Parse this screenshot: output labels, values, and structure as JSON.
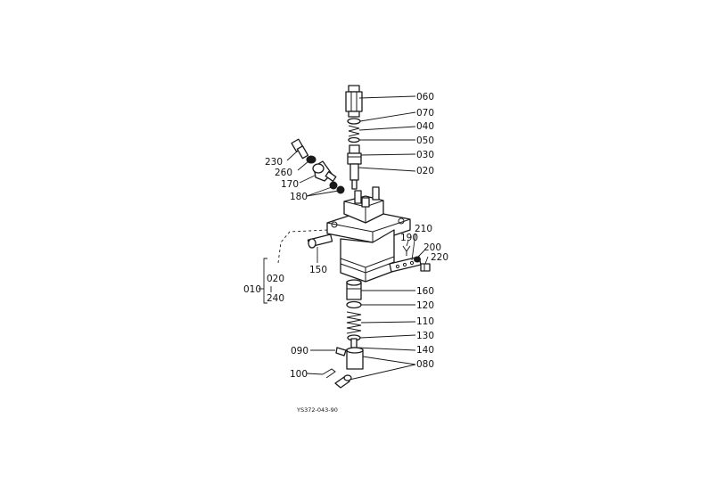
{
  "labels": {
    "p060": "060",
    "p070": "070",
    "p040": "040",
    "p050": "050",
    "p030": "030",
    "p020": "020",
    "p230": "230",
    "p260": "260",
    "p170": "170",
    "p180": "180",
    "p210": "210",
    "p190": "190",
    "p200": "200",
    "p220": "220",
    "p150": "150",
    "p010": "010",
    "p020_group": "020",
    "p240": "240",
    "p160": "160",
    "p120": "120",
    "p110": "110",
    "p130": "130",
    "p090": "090",
    "p140": "140",
    "p100": "100",
    "p080": "080"
  },
  "drawing_code": "YS372-043-90"
}
